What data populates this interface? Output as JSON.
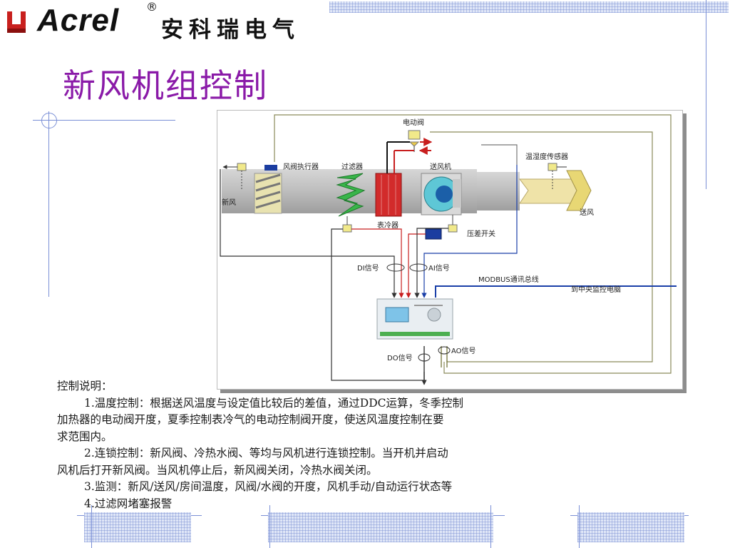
{
  "header": {
    "brand": "Acrel",
    "registered_mark": "®",
    "brand_cn": "安科瑞电气"
  },
  "title": "新风机组控制",
  "diagram": {
    "labels": {
      "electric_valve": "电动阀",
      "damper_actuator": "风阀执行器",
      "filter": "过滤器",
      "supply_fan": "送风机",
      "th_sensor": "温湿度传感器",
      "fresh_air": "新风",
      "supply_air": "送风",
      "cooling_coil": "表冷器",
      "dp_switch": "压差开关",
      "di_signal": "DI信号",
      "ai_signal": "AI信号",
      "modbus_bus": "MODBUS通讯总线",
      "to_central_pc": "到中央监控电脑",
      "do_signal": "DO信号",
      "ao_signal": "AO信号"
    }
  },
  "description": {
    "heading": "控制说明：",
    "item1_line1": "1.温度控制：根据送风温度与设定值比较后的差值，通过DDC运算，冬季控制",
    "item1_line2": "加热器的电动阀开度，夏季控制表冷气的电动控制阀开度，使送风温度控制在要",
    "item1_line3": "求范围内。",
    "item2_line1": "2.连锁控制：新风阀、冷热水阀、等均与风机进行连锁控制。当开机并启动",
    "item2_line2": "风机后打开新风阀。当风机停止后，新风阀关闭，冷热水阀关闭。",
    "item3": "3.监测：新风/送风/房间温度，风阀/水阀的开度，风机手动/自动运行状态等",
    "item4": "4.过滤网堵塞报警"
  },
  "colors": {
    "title": "#8a1aa8",
    "logo_red": "#c8201e",
    "deco_blue": "#7a8fd6"
  }
}
